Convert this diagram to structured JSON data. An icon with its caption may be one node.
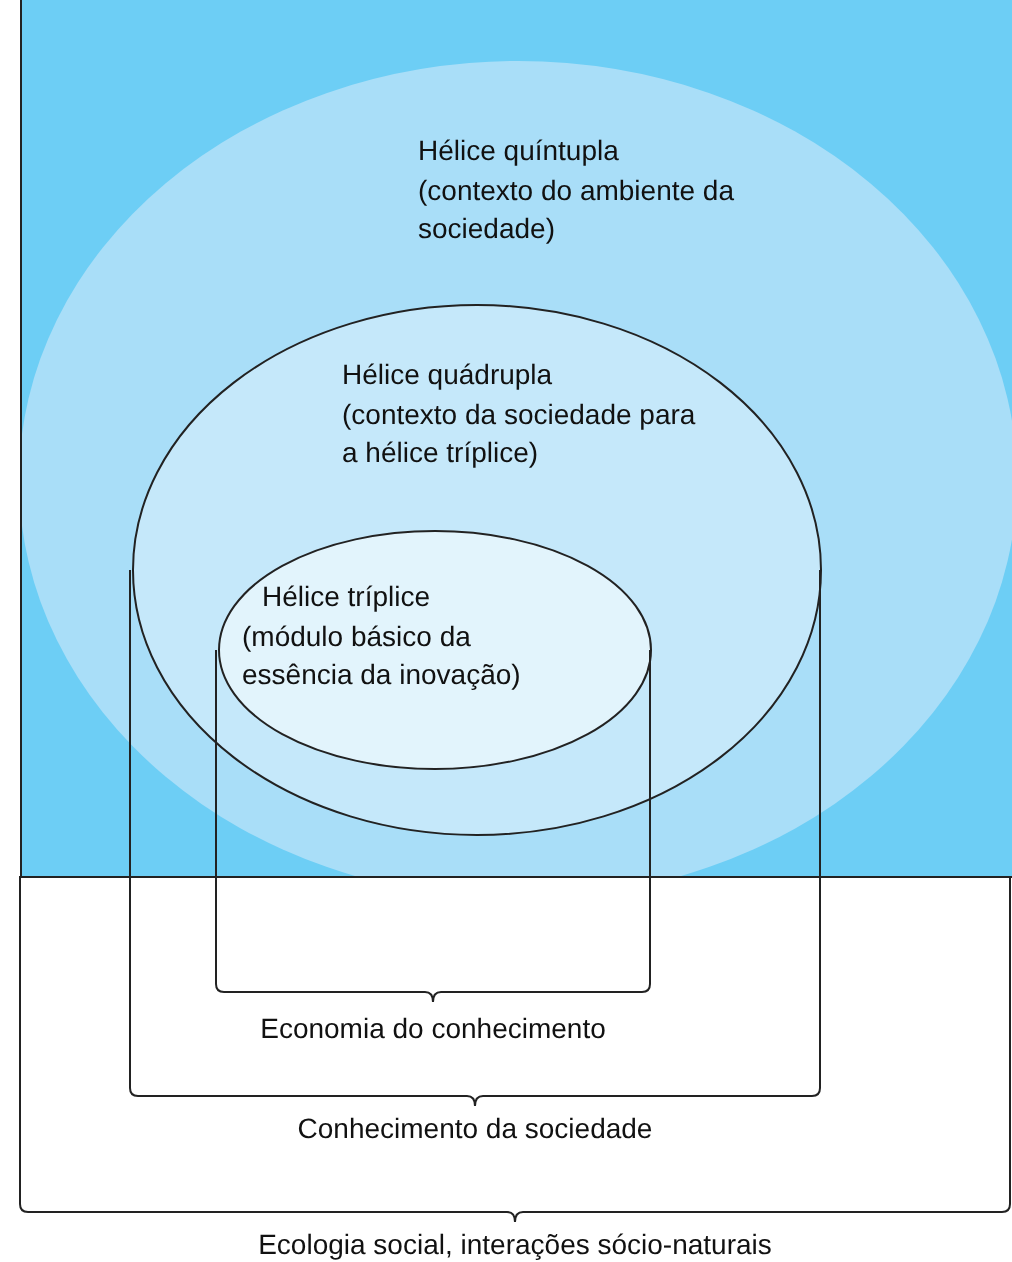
{
  "diagram": {
    "nodes": [
      {
        "text": [
          "Hélice quíntupla",
          "(contexto do ambiente da sociedade)"
        ]
      },
      {
        "text": [
          "Hélice quádrupla",
          "(contexto da sociedade para a hélice tríplice)"
        ],
        "in": 0
      },
      {
        "text": [
          "Hélice tríplice",
          "(módulo básico da essência da inovação)"
        ],
        "in": 1
      }
    ],
    "edges": [],
    "labels": [
      "Economia do conhecimento",
      "Conhecimento da sociedade",
      "Ecologia social, interações sócio-naturais"
    ]
  }
}
